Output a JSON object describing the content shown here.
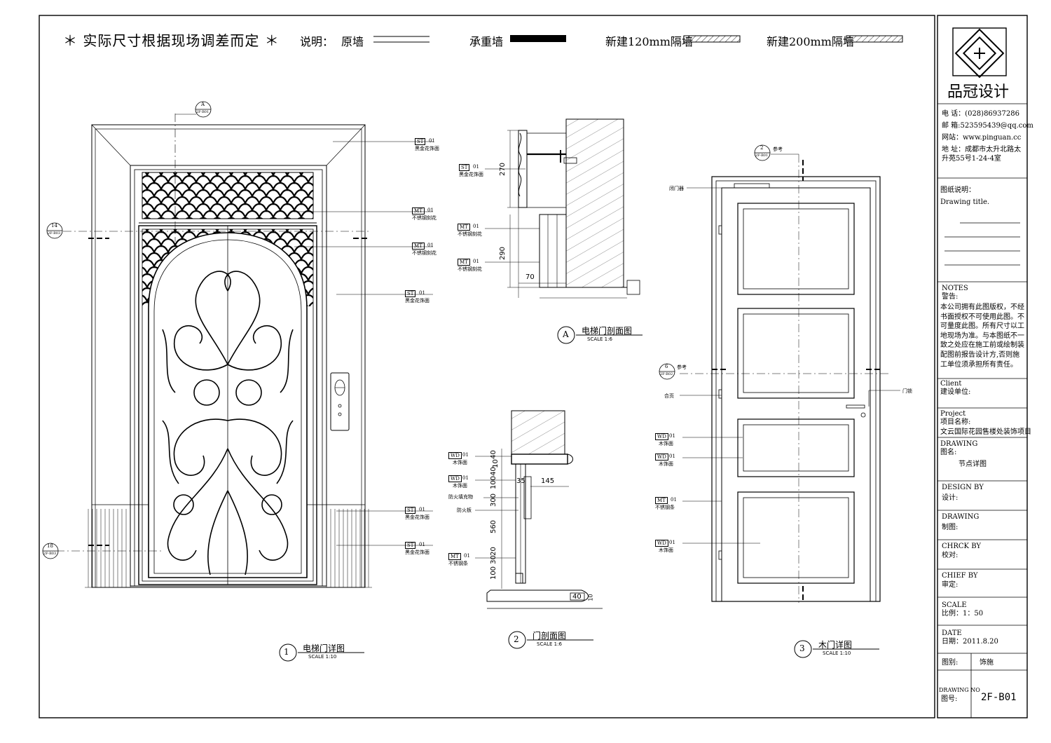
{
  "header": {
    "notice": "＊ 实际尺寸根据现场调差而定 ＊",
    "legend_intro": "说明：",
    "legend_items": [
      {
        "label": "原墙",
        "pattern": "double-line"
      },
      {
        "label": "承重墙",
        "pattern": "solid"
      },
      {
        "label": "新建120mm隔墙",
        "pattern": "hatch"
      },
      {
        "label": "新建200mm隔墙",
        "pattern": "hatch"
      }
    ]
  },
  "views": [
    {
      "number": "1",
      "title": "电梯门详图",
      "scale": "SCALE 1:10"
    },
    {
      "number": "A",
      "title": "电梯门剖面图",
      "scale": "SCALE 1:6"
    },
    {
      "number": "2",
      "title": "门剖面图",
      "scale": "SCALE 1:6"
    },
    {
      "number": "3",
      "title": "木门详图",
      "scale": "SCALE 1:10"
    }
  ],
  "section_markers": {
    "a_top": {
      "num": "A",
      "ref": "2F-B01"
    },
    "left_14": {
      "num": "14",
      "ref": "2F-B03"
    },
    "left_18": {
      "num": "18",
      "ref": "2F-B03"
    },
    "wood_2": {
      "num": "2",
      "ref": "2F-B01",
      "note": "参考"
    },
    "wood_6": {
      "num": "6",
      "ref": "2F-B02",
      "note": "参考"
    }
  },
  "tags_elevator": [
    {
      "code": "ST",
      "num": "01",
      "desc": "黑金花饰面"
    },
    {
      "code": "MT",
      "num": "01",
      "desc": "不锈钢刻花"
    },
    {
      "code": "MT",
      "num": "01",
      "desc": "不锈钢刻花"
    },
    {
      "code": "ST",
      "num": "01",
      "desc": "黑金花饰面"
    },
    {
      "code": "ST",
      "num": "01",
      "desc": "黑金花饰面"
    },
    {
      "code": "ST",
      "num": "01",
      "desc": "黑金花饰面"
    }
  ],
  "tags_section_a": [
    {
      "code": "ST",
      "num": "01",
      "desc": "黑金花饰面"
    },
    {
      "code": "MT",
      "num": "01",
      "desc": "不锈钢刻花"
    },
    {
      "code": "MT",
      "num": "01",
      "desc": "不锈钢刻花"
    }
  ],
  "dims_section_a": {
    "d1": "270",
    "d2": "290",
    "d3": "70"
  },
  "tags_section_2": [
    {
      "code": "WD",
      "num": "01",
      "desc": "木饰面"
    },
    {
      "code": "WD",
      "num": "01",
      "desc": "木饰面"
    },
    {
      "code": "MT",
      "num": "01",
      "desc": "不锈钢条"
    }
  ],
  "notes_section_2": {
    "n1": "防火填充物",
    "n2": "防火板"
  },
  "dims_section_2": {
    "d40a": "40",
    "d10": "10",
    "d40b": "40",
    "d100a": "100",
    "d35": "35",
    "d145": "145",
    "d300": "300",
    "d560": "560",
    "d20": "20",
    "d30": "30",
    "d100b": "100",
    "d40c": "40",
    "d10b": "10"
  },
  "tags_wood": [
    {
      "code": "WD",
      "num": "01",
      "desc": "木饰面"
    },
    {
      "code": "WD",
      "num": "01",
      "desc": "木饰面"
    },
    {
      "code": "MT",
      "num": "01",
      "desc": "不锈钢条"
    },
    {
      "code": "WD",
      "num": "01",
      "desc": "木饰面"
    }
  ],
  "notes_wood": {
    "closer": "闭门器",
    "hinge": "合页",
    "lock": "门锁"
  },
  "title_block": {
    "company": "品冠设计",
    "phone": "电  话：(028)86937286",
    "email": "邮  箱:523595439@qq.com",
    "website": "网站：www.pinguan.cc",
    "address": "地  址：成都市太升北路太升苑55号1-24-4室",
    "drawing_title_cn": "图纸说明：",
    "drawing_title_en": "Drawing title.",
    "notes_head": "NOTES",
    "notes_warn": "警告:",
    "notes_body": "本公司拥有此图版权，不经书面授权不可使用此图。不可量度此图。所有尺寸以工地现场为准。与本图纸不一致之处应在施工前或绘制装配图前报告设计方,否则施工单位须承担所有责任。",
    "client_en": "Client",
    "client_cn": "建设单位:",
    "project_en": "Project",
    "project_cn": "项目名称:",
    "project_name": "文云国际花园售楼处装饰项目",
    "drawing_en": "DRAWING",
    "drawing_cn": "图名:",
    "drawing_name": "节点详图",
    "design_en": "DESIGN BY",
    "design_cn": "设计:",
    "drawn_en": "DRAWING",
    "drawn_cn": "制图:",
    "check_en": "CHRCK BY",
    "check_cn": "校对:",
    "chief_en": "CHIEF BY",
    "chief_cn": "审定:",
    "scale_en": "SCALE",
    "scale_cn": "比例：1：50",
    "date_en": "DATE",
    "date_cn": "日期：2011.8.20",
    "type_label": "图别:",
    "type_value": "饰施",
    "no_en": "DRAWING NO",
    "no_cn": "图号:",
    "no_value": "2F-B01"
  }
}
